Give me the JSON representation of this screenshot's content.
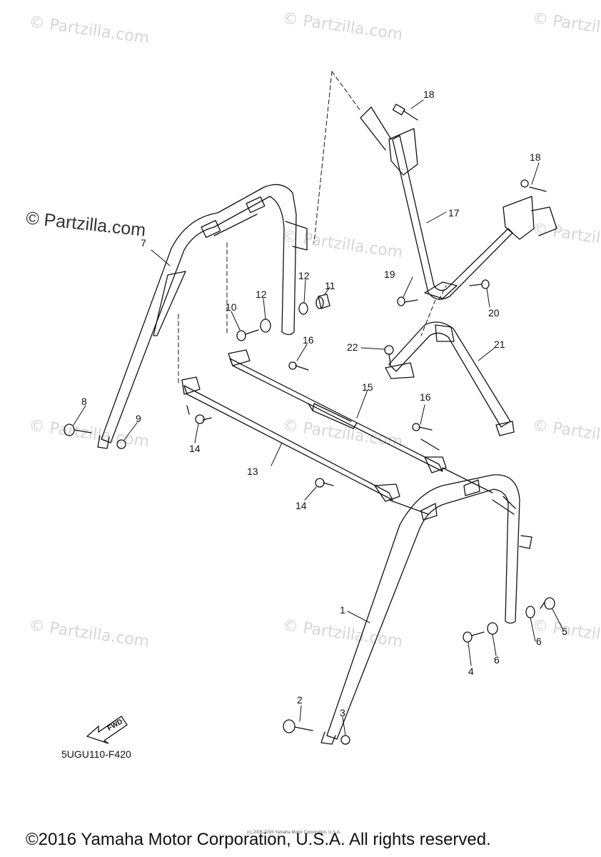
{
  "watermark": "© Partzilla.com",
  "watermark_brand": "© Partzilla.com",
  "callouts": [
    "1",
    "2",
    "3",
    "4",
    "5",
    "6",
    "6",
    "7",
    "8",
    "9",
    "10",
    "11",
    "12",
    "12",
    "13",
    "14",
    "14",
    "15",
    "16",
    "16",
    "17",
    "18",
    "18",
    "19",
    "20",
    "21",
    "22"
  ],
  "fwd_label": "FWD",
  "figure_code": "5UGU110-F420",
  "tiny_copyright": "(c) 2005-2016 Yamaha Motor Corporation, U.S.A.",
  "footer": "©2016 Yamaha Motor Corporation, U.S.A. All rights reserved."
}
